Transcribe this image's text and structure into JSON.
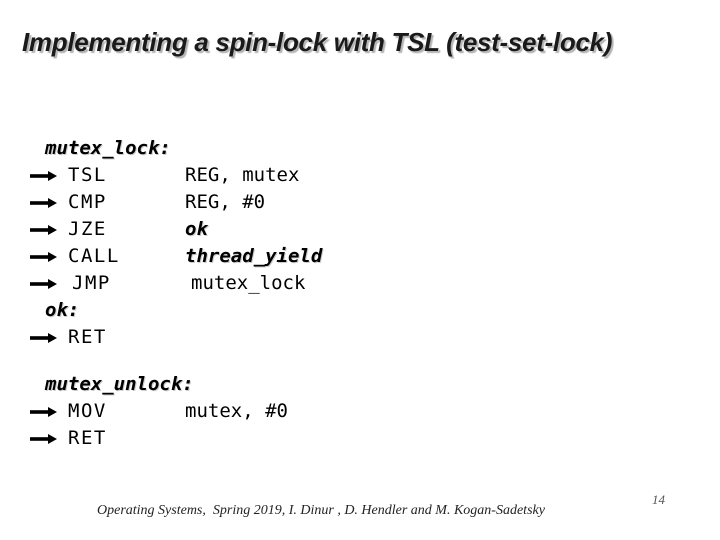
{
  "slide": {
    "title": "Implementing a spin-lock with TSL (test-set-lock)",
    "footer": "Operating Systems,  Spring 2019, I. Dinur , D. Hendler and M. Kogan-Sadetsky",
    "page_number": "14"
  },
  "colors": {
    "background": "#ffffff",
    "title_text": "#1a1a1a",
    "title_shadow": "#b4b4b4",
    "code_text": "#000000",
    "footer_text": "#222222",
    "page_number_text": "#555555"
  },
  "icons": {
    "instruction_marker": "right-arrow-icon"
  },
  "code": {
    "lines": [
      {
        "label": "mutex_lock:"
      },
      {
        "opcode": "TSL",
        "operand": "REG, mutex"
      },
      {
        "opcode": "CMP",
        "operand": "REG, #0"
      },
      {
        "opcode": "JZE",
        "operand": "ok"
      },
      {
        "opcode": "CALL",
        "operand": "thread_yield"
      },
      {
        "opcode": "JMP",
        "operand": "mutex_lock"
      },
      {
        "label": "ok:"
      },
      {
        "opcode": "RET",
        "operand": ""
      },
      {
        "label": "mutex_unlock:"
      },
      {
        "opcode": "MOV",
        "operand": "mutex, #0"
      },
      {
        "opcode": "RET",
        "operand": ""
      }
    ]
  }
}
